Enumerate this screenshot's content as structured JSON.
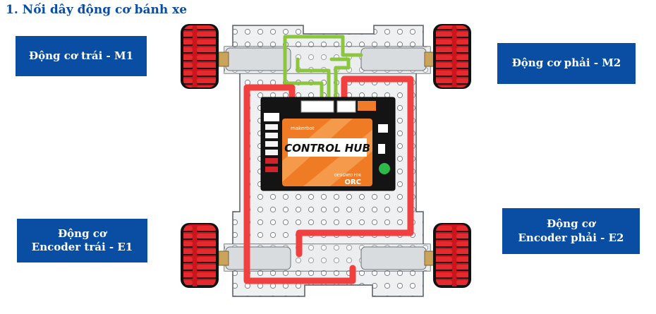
{
  "heading": "1.  Nối dây động cơ bánh xe",
  "labels": {
    "m1": "Động cơ trái - M1",
    "m2": "Động cơ phải - M2",
    "e1": [
      "Động cơ",
      "Encoder trái - E1"
    ],
    "e2": [
      "Động cơ",
      "Encoder phải - E2"
    ]
  },
  "hub": {
    "title": "CONTROL HUB",
    "designed_for": "DESIGNED FOR",
    "model": "ORC",
    "brand": "makerbot"
  },
  "colors": {
    "label_bg": "#0a4ea3",
    "heading": "#0b4da2",
    "wire_red": "#f0403f",
    "wire_green": "#8cc63f",
    "wheel_red": "#d8181e",
    "chassis": "#e9ecef"
  }
}
